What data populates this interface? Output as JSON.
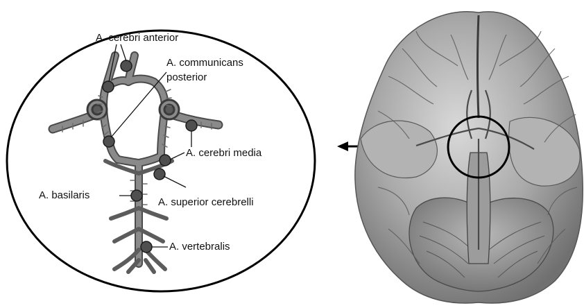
{
  "labels": {
    "cerebri_anterior": "A. cerebri anterior",
    "communicans_posterior_line1": "A. communicans",
    "communicans_posterior_line2": "posterior",
    "cerebri_media": "A. cerebri media",
    "basilaris": "A. basilaris",
    "superior_cerebrelli": "A. superior cerebrelli",
    "vertebralis": "A. vertebralis"
  },
  "colors": {
    "vessel": "#6f6f6f",
    "vessel_outline": "#4a4a4a",
    "marker": "#4f4f4f",
    "brain_base": "#a8a8a8",
    "brain_highlight": "#d6d6d6",
    "brain_shadow": "#6e6e6e",
    "outline": "#000000"
  }
}
